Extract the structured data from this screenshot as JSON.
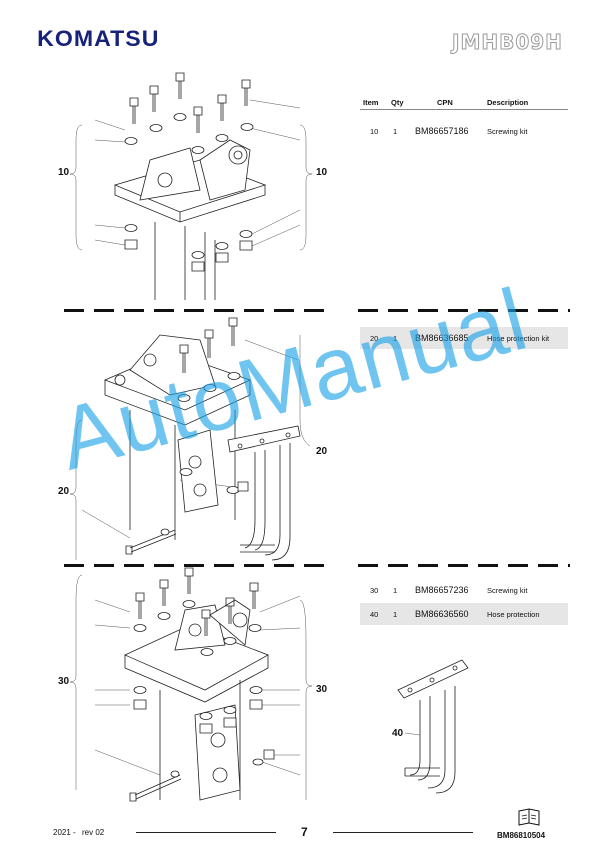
{
  "header": {
    "brand": "KOMATSU",
    "model": "JMHB09H"
  },
  "table_header": {
    "item": "Item",
    "qty": "Qty",
    "cpn": "CPN",
    "description": "Description"
  },
  "sections": [
    {
      "rows": [
        {
          "item": "10",
          "qty": "1",
          "cpn": "BM86657186",
          "description": "Screwing kit",
          "shaded": false
        }
      ],
      "callout": "10"
    },
    {
      "rows": [
        {
          "item": "20",
          "qty": "1",
          "cpn": "BM86636685",
          "description": "Hose protection kit",
          "shaded": true
        }
      ],
      "callout": "20"
    },
    {
      "rows": [
        {
          "item": "30",
          "qty": "1",
          "cpn": "BM86657236",
          "description": "Screwing kit",
          "shaded": false
        },
        {
          "item": "40",
          "qty": "1",
          "cpn": "BM86636560",
          "description": "Hose protection",
          "shaded": true
        }
      ],
      "callout": "30",
      "detail_callout": "40"
    }
  ],
  "watermark": "AutoManual",
  "footer": {
    "date": "2021 -",
    "rev": "rev 02",
    "page": "7",
    "doc_number": "BM86810504"
  },
  "icons": [
    "book-icon"
  ]
}
